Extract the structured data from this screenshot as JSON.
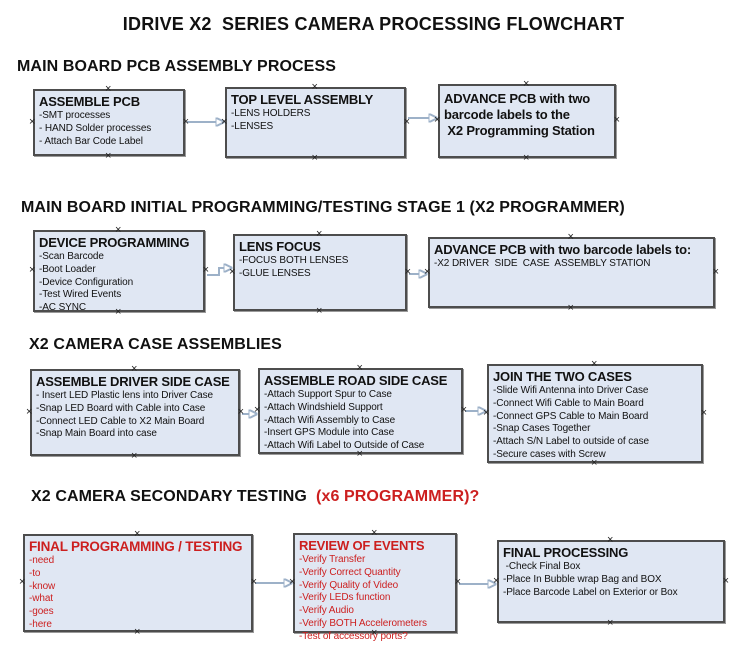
{
  "title": "IDRIVE X2  SERIES CAMERA PROCESSING FLOWCHART",
  "colors": {
    "accent_red": "#cc1f1f",
    "box_fill": "#e0e7f3",
    "box_border": "#4d4d4d",
    "arrow_line": "#9db1c8",
    "arrow_head": "#3a5f9b"
  },
  "sections": [
    {
      "heading": "MAIN BOARD PCB ASSEMBLY PROCESS",
      "boxes": [
        {
          "title": "ASSEMBLE PCB",
          "items": [
            "-SMT processes",
            "- HAND Solder processes",
            "- Attach Bar Code Label"
          ]
        },
        {
          "title": "TOP LEVEL ASSEMBLY",
          "items": [
            "-LENS HOLDERS",
            "-LENSES"
          ]
        },
        {
          "title_lines": [
            "ADVANCE PCB with two",
            "barcode labels to the",
            " X2 Programming Station"
          ],
          "items": []
        }
      ]
    },
    {
      "heading": "MAIN BOARD INITIAL PROGRAMMING/TESTING STAGE 1 (X2 PROGRAMMER)",
      "boxes": [
        {
          "title": "DEVICE PROGRAMMING",
          "items": [
            "-Scan Barcode",
            "-Boot Loader",
            "-Device Configuration",
            "-Test Wired Events",
            "-AC SYNC"
          ]
        },
        {
          "title": "LENS FOCUS",
          "items": [
            "-FOCUS BOTH LENSES",
            "-GLUE LENSES"
          ]
        },
        {
          "title": "ADVANCE PCB with two barcode labels to:",
          "items": [
            "-X2 DRIVER  SIDE  CASE  ASSEMBLY STATION"
          ]
        }
      ]
    },
    {
      "heading": "X2 CAMERA CASE ASSEMBLIES",
      "boxes": [
        {
          "title": "ASSEMBLE DRIVER SIDE CASE",
          "items": [
            "- Insert LED Plastic lens into Driver Case",
            "-Snap LED Board with Cable into Case",
            "-Connect LED Cable to X2 Main Board",
            "-Snap Main Board into case"
          ]
        },
        {
          "title": "ASSEMBLE ROAD SIDE CASE",
          "items": [
            "-Attach Support Spur to Case",
            "-Attach Windshield Support",
            "-Attach Wifi Assembly to Case",
            "-Insert GPS Module into Case",
            "-Attach Wifi Label to Outside of Case"
          ]
        },
        {
          "title": "JOIN THE TWO CASES",
          "items": [
            "-Slide Wifi Antenna into Driver Case",
            "-Connect Wifi Cable to Main Board",
            "-Connect GPS Cable to Main Board",
            "-Snap Cases Together",
            "-Attach S/N Label to outside of case",
            "-Secure cases with Screw"
          ]
        }
      ]
    },
    {
      "heading": "X2 CAMERA SECONDARY TESTING ",
      "heading_suffix": " (x6 PROGRAMMER)?",
      "boxes": [
        {
          "title": "FINAL PROGRAMMING / TESTING",
          "items": [
            "-need",
            "-to",
            "-know",
            "-what",
            "-goes",
            "-here"
          ]
        },
        {
          "title": "REVIEW OF EVENTS",
          "items": [
            "-Verify Transfer",
            "-Verify Correct Quantity",
            "-Verify Quality of Video",
            "-Verify LEDs function",
            "-Verify Audio",
            "-Verify BOTH Accelerometers",
            "-Test of accessory ports?"
          ]
        },
        {
          "title": "FINAL PROCESSING",
          "items": [
            " -Check Final Box",
            "-Place In Bubble wrap Bag and BOX",
            "-Place Barcode Label on Exterior or Box"
          ]
        }
      ]
    }
  ]
}
